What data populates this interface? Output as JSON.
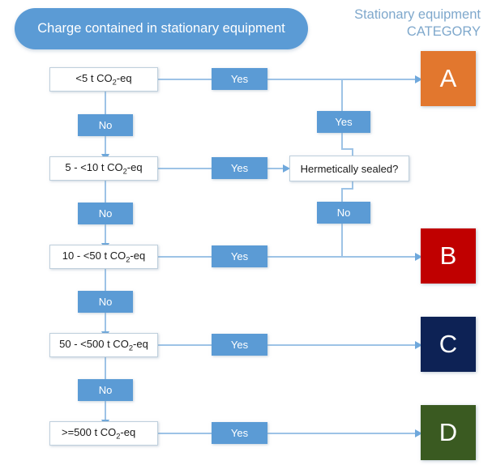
{
  "header": {
    "title": "Charge contained in stationary equipment",
    "category_heading_line1": "Stationary equipment",
    "category_heading_line2": "CATEGORY"
  },
  "colors": {
    "accent_blue": "#5B9BD5",
    "connector_blue": "#9DC3E6",
    "heading_blue": "#7FA8CC",
    "category_a": "#E2772E",
    "category_b": "#C00000",
    "category_c": "#0D2255",
    "category_d": "#3A5A21"
  },
  "labels": {
    "yes": "Yes",
    "no": "No"
  },
  "decisions": [
    {
      "id": "charge-lt-5",
      "text_before": "<5 t CO",
      "text_sub": "2",
      "text_after": "-eq"
    },
    {
      "id": "charge-5-10",
      "text_before": "5 - <10 t CO",
      "text_sub": "2",
      "text_after": "-eq"
    },
    {
      "id": "charge-10-50",
      "text_before": "10 - <50 t CO",
      "text_sub": "2",
      "text_after": "-eq"
    },
    {
      "id": "charge-50-500",
      "text_before": "50 - <500 t CO",
      "text_sub": "2",
      "text_after": "-eq"
    },
    {
      "id": "charge-gte-500",
      "text_before": ">=500 t CO",
      "text_sub": "2",
      "text_after": "-eq"
    }
  ],
  "hermetic": {
    "text": "Hermetically sealed?"
  },
  "categories": [
    {
      "letter": "A",
      "color": "#E2772E"
    },
    {
      "letter": "B",
      "color": "#C00000"
    },
    {
      "letter": "C",
      "color": "#0D2255"
    },
    {
      "letter": "D",
      "color": "#3A5A21"
    }
  ],
  "yes_labels": {
    "row1": "Yes",
    "row2": "Yes",
    "row3": "Yes",
    "row4": "Yes",
    "row5": "Yes",
    "hermetic_yes": "Yes"
  },
  "no_labels": {
    "row1": "No",
    "row2": "No",
    "row3": "No",
    "row4": "No",
    "hermetic_no": "No"
  }
}
